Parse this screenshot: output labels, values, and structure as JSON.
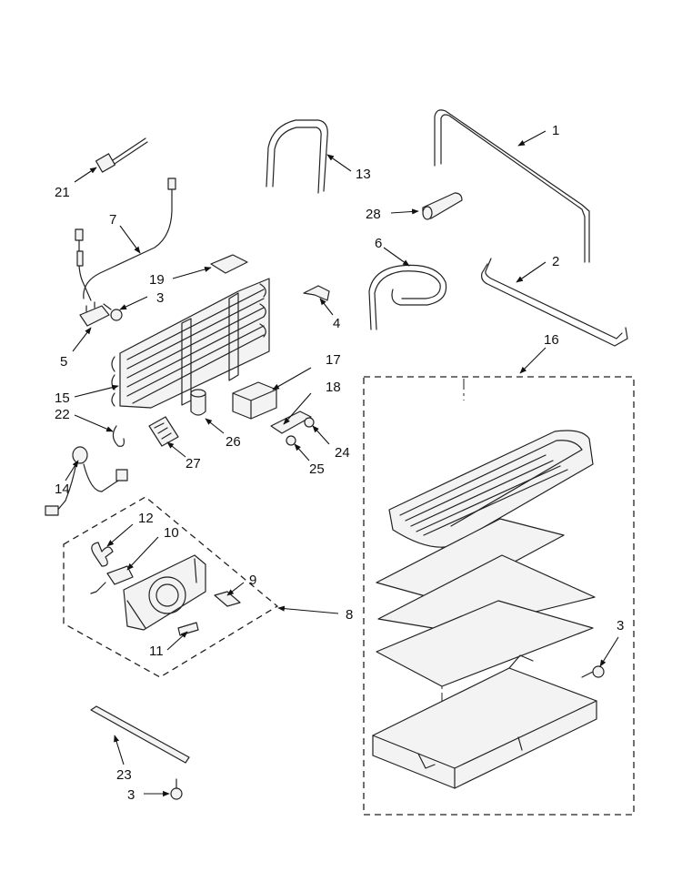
{
  "labels": {
    "p1": "1",
    "p2": "2",
    "p3a": "3",
    "p3b": "3",
    "p3c": "3",
    "p4": "4",
    "p5": "5",
    "p6": "6",
    "p7": "7",
    "p8": "8",
    "p9": "9",
    "p10": "10",
    "p11": "11",
    "p12": "12",
    "p13": "13",
    "p14": "14",
    "p15": "15",
    "p16": "16",
    "p17": "17",
    "p18": "18",
    "p19": "19",
    "p21": "21",
    "p22": "22",
    "p23": "23",
    "p24": "24",
    "p25": "25",
    "p26": "26",
    "p27": "27",
    "p28": "28"
  }
}
